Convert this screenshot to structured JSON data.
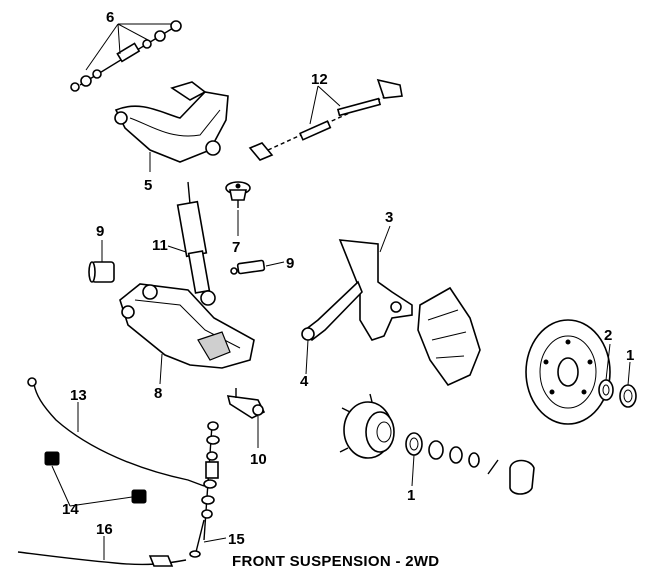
{
  "caption": "FRONT SUSPENSION - 2WD",
  "callouts": {
    "c1a": "1",
    "c1b": "1",
    "c2": "2",
    "c3": "3",
    "c4": "4",
    "c5": "5",
    "c6": "6",
    "c7": "7",
    "c8": "8",
    "c9a": "9",
    "c9b": "9",
    "c10": "10",
    "c11": "11",
    "c12": "12",
    "c13": "13",
    "c14": "14",
    "c15": "15",
    "c16": "16"
  }
}
